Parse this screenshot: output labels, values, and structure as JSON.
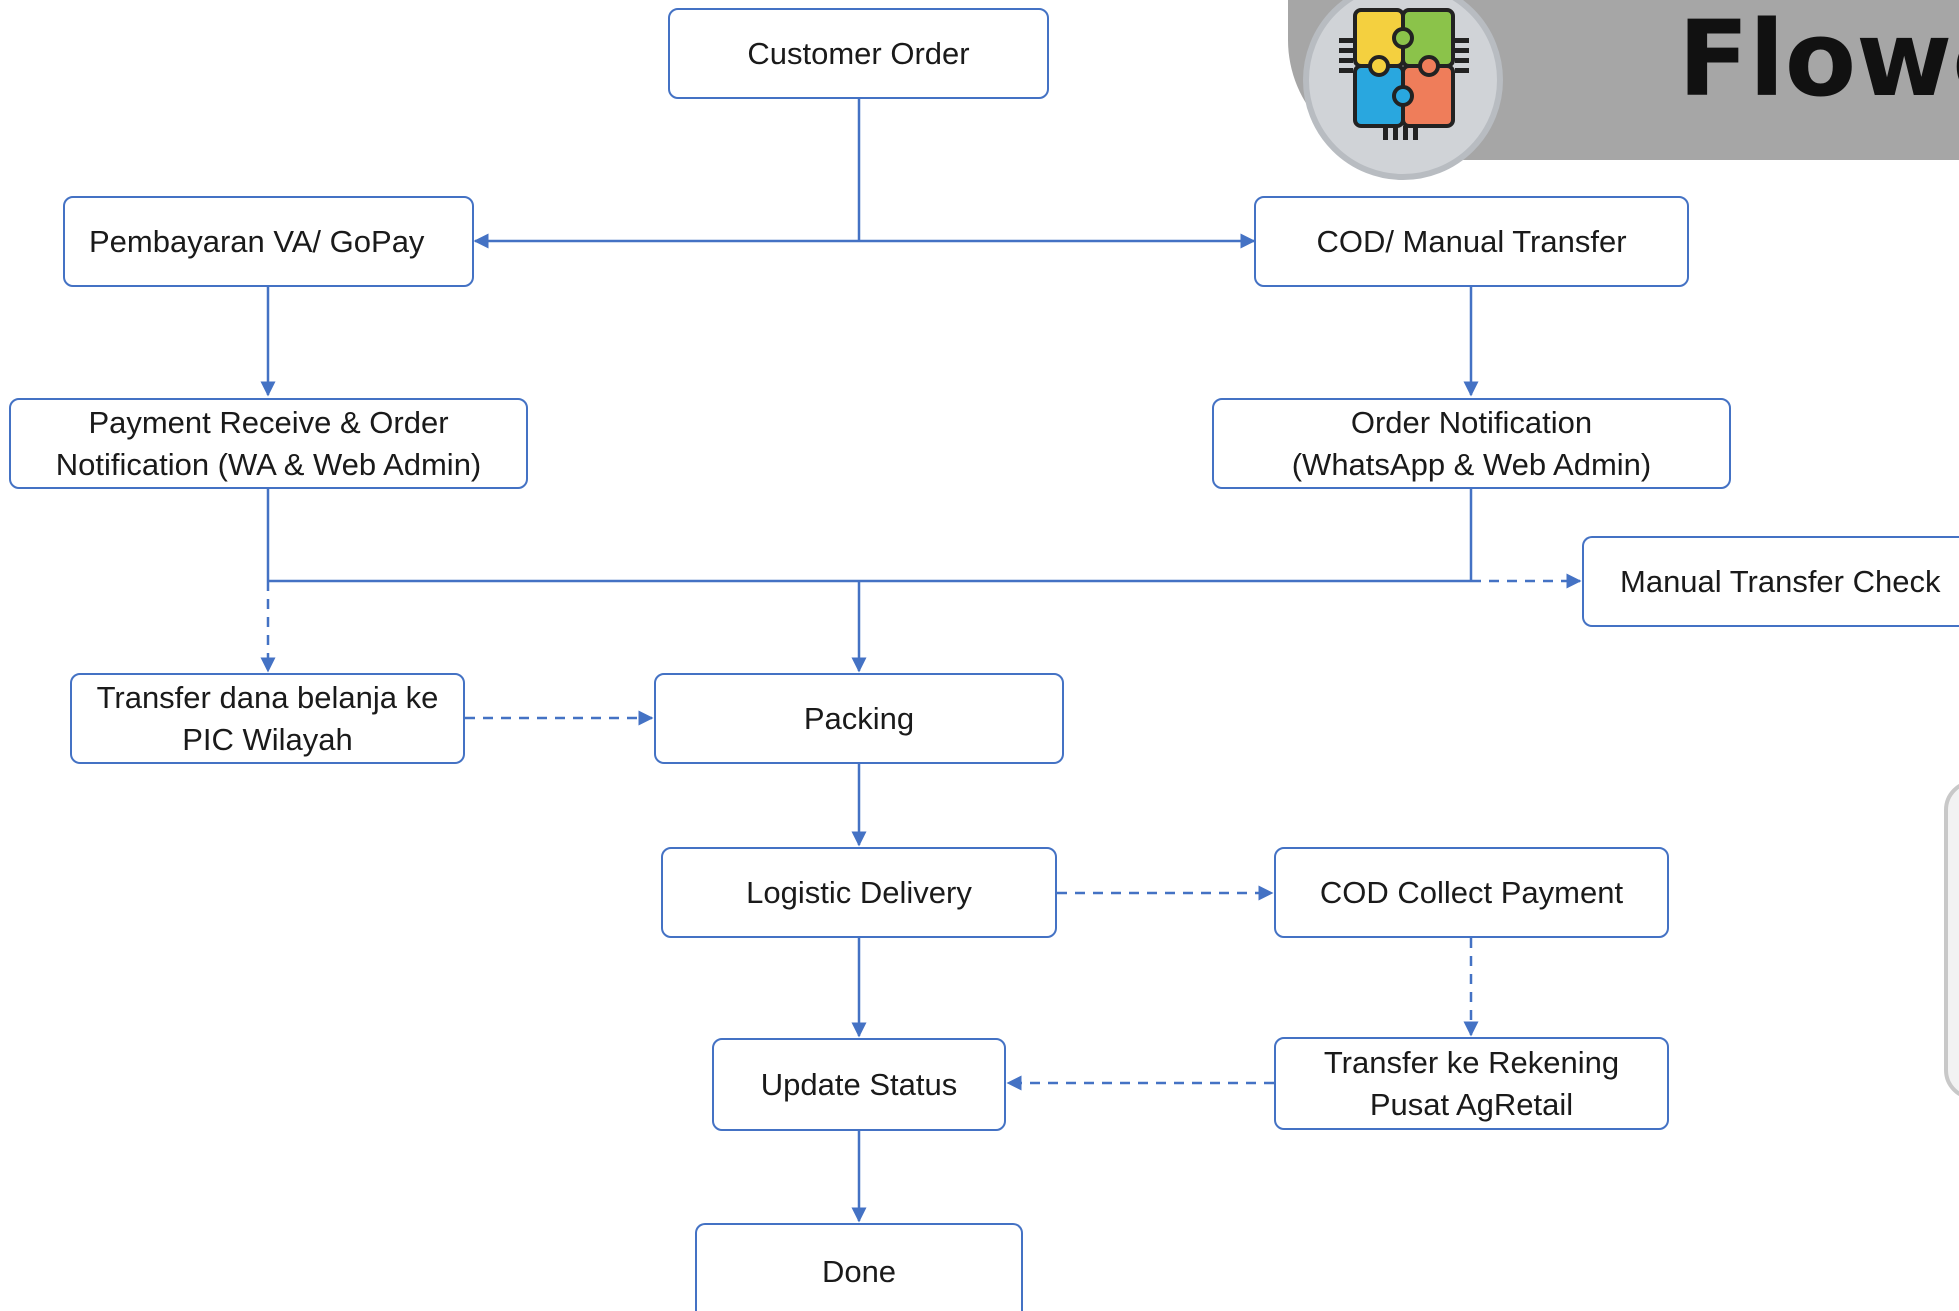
{
  "header": {
    "title": "Flowc"
  },
  "colors": {
    "line": "#4472c4",
    "banner": "#a6a6a6",
    "text": "#1a1a1a"
  },
  "icons": {
    "logo": "puzzle-chip-icon"
  },
  "nodes": {
    "customer_order": "Customer Order",
    "pembayaran_va": "Pembayaran VA/ GoPay",
    "cod_manual": "COD/ Manual Transfer",
    "payment_receive": "Payment Receive & Order\nNotification (WA & Web Admin)",
    "order_notification": "Order Notification\n(WhatsApp & Web Admin)",
    "manual_check": "Manual Transfer Check",
    "transfer_dana": "Transfer dana belanja ke\nPIC Wilayah",
    "packing": "Packing",
    "logistic": "Logistic Delivery",
    "cod_collect": "COD Collect Payment",
    "update_status": "Update Status",
    "transfer_rekening": "Transfer ke Rekening\nPusat AgRetail",
    "done": "Done"
  }
}
